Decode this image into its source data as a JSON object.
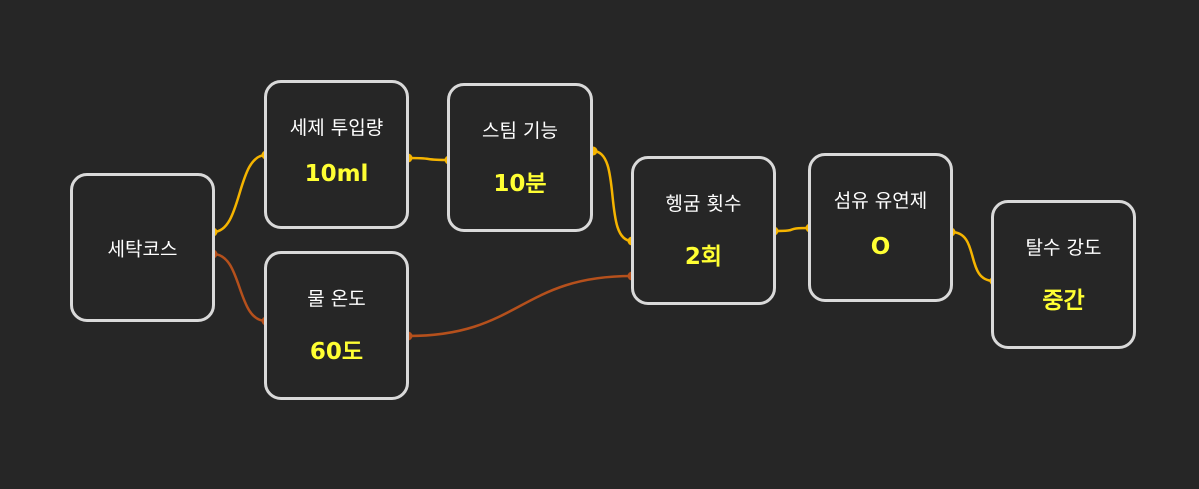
{
  "colors": {
    "background": "#262626",
    "node_border": "#d9d9d9",
    "label_text": "#ffffff",
    "value_text": "#ffff33",
    "edge_gold": "#f5b400",
    "edge_rust": "#b5501c"
  },
  "nodes": {
    "course": {
      "label": "세탁코스"
    },
    "detergent": {
      "label": "세제 투입량",
      "value": "10ml"
    },
    "temperature": {
      "label": "물 온도",
      "value": "60도"
    },
    "steam": {
      "label": "스팀 기능",
      "value": "10분"
    },
    "rinse": {
      "label": "헹굼 횟수",
      "value": "2회"
    },
    "softener": {
      "label": "섬유 유연제",
      "value": "O"
    },
    "spin": {
      "label": "탈수 강도",
      "value": "중간"
    }
  },
  "edges": [
    {
      "from": "course",
      "to": "detergent",
      "color": "gold"
    },
    {
      "from": "course",
      "to": "temperature",
      "color": "rust"
    },
    {
      "from": "detergent",
      "to": "steam",
      "color": "gold"
    },
    {
      "from": "steam",
      "to": "rinse",
      "color": "gold"
    },
    {
      "from": "temperature",
      "to": "rinse",
      "color": "rust"
    },
    {
      "from": "rinse",
      "to": "softener",
      "color": "gold"
    },
    {
      "from": "softener",
      "to": "spin",
      "color": "gold"
    }
  ]
}
